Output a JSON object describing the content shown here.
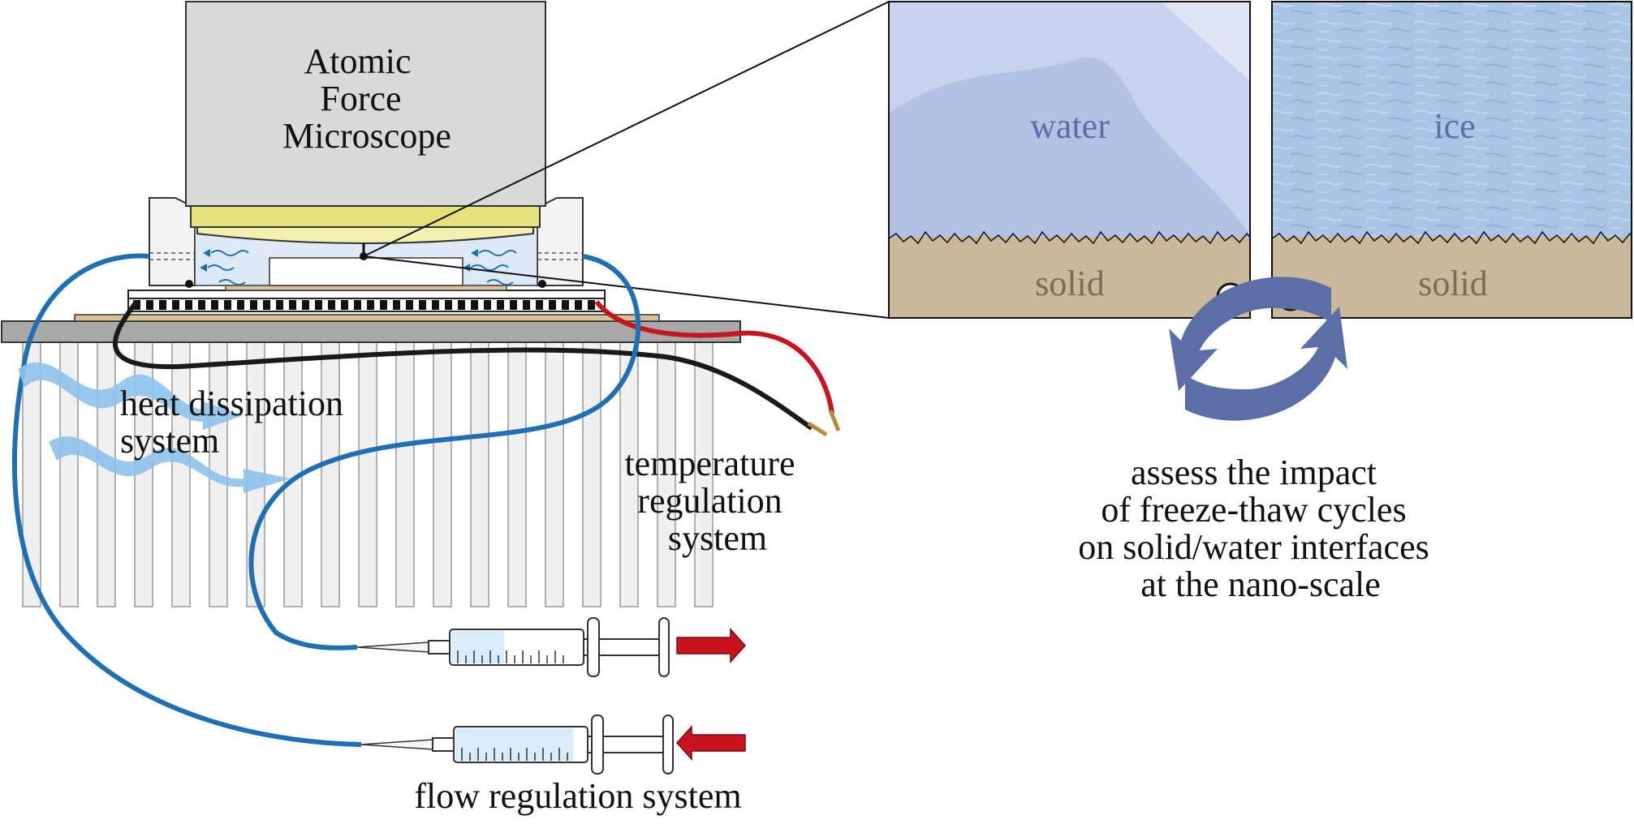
{
  "labels": {
    "microscope": [
      "Atomic",
      "Force",
      "Microscope"
    ],
    "heat": [
      "heat dissipation",
      "system"
    ],
    "temperature": [
      "temperature",
      "regulation",
      "system"
    ],
    "flow": "flow regulation system",
    "water": "water",
    "ice": "ice",
    "solid_left": "solid",
    "solid_right": "solid",
    "assess": [
      "assess the impact",
      "of freeze-thaw cycles",
      "on solid/water interfaces",
      "at the nano-scale"
    ]
  },
  "colors": {
    "tube_blue": "#1f6fb5",
    "wire_red": "#c8141f",
    "wire_black": "#1a1a1a",
    "cycle_arrow": "#5b6ea6",
    "water_fill": "#b3c1e3",
    "ice_fill": "#a9c4e4",
    "solid_fill": "#c9b99a",
    "label_blue": "#5b6ea6",
    "label_brown": "#7d6b55",
    "microscope_gray": "#d9d9d9",
    "yellow": "#e6e27a"
  },
  "icons": [
    "freeze-thaw-cycle-arrows",
    "syringe",
    "red-arrow",
    "heat-flow-arrow"
  ]
}
